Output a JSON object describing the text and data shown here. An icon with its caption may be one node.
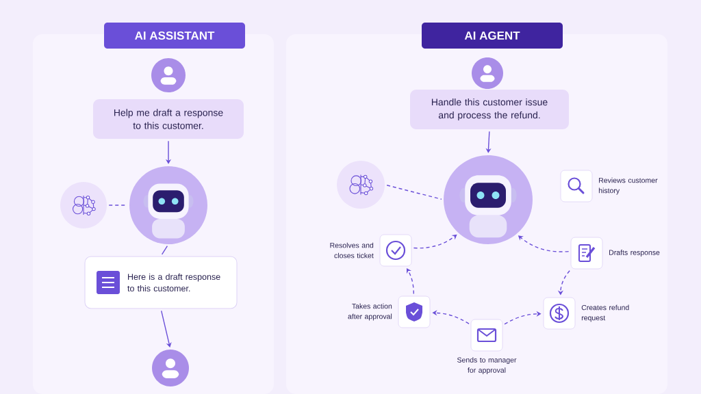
{
  "diagram": {
    "nodes": [
      {
        "text": [
          "AI ASSISTANT"
        ]
      },
      {
        "text": [],
        "shape": "person"
      },
      {
        "text": [
          "Help me draft a response to this customer."
        ]
      },
      {
        "text": [],
        "shape": "picture"
      },
      {
        "text": [],
        "shape": "picture"
      },
      {
        "text": [
          "Here is a draft response to this customer."
        ]
      },
      {
        "text": [],
        "shape": "person"
      },
      {
        "text": [
          "AI AGENT"
        ]
      },
      {
        "text": [],
        "shape": "person"
      },
      {
        "text": [
          "Handle this customer issue and process the refund."
        ]
      },
      {
        "text": [],
        "shape": "picture"
      },
      {
        "text": [],
        "shape": "picture"
      },
      {
        "text": [],
        "shape": "box",
        "beside": [
          "Reviews customer history"
        ]
      },
      {
        "text": [],
        "shape": "box",
        "beside": [
          "Drafts response"
        ]
      },
      {
        "text": [],
        "shape": "box",
        "beside": [
          "Creates refund request"
        ]
      },
      {
        "text": [],
        "shape": "box",
        "beside": [
          "Sends to manager for approval"
        ]
      },
      {
        "text": [],
        "shape": "box",
        "beside": [
          "Takes action after approval"
        ]
      },
      {
        "text": [],
        "shape": "box",
        "beside": [
          "Resolves and closes ticket"
        ]
      }
    ],
    "edges": [
      {
        "from": 2,
        "to": 4,
        "arrow": "to"
      },
      {
        "from": 3,
        "to": 4,
        "arrow": "none",
        "style": "dashed"
      },
      {
        "from": 4,
        "to": 5,
        "arrow": "none"
      },
      {
        "from": 5,
        "to": 6,
        "arrow": "to"
      },
      {
        "from": 9,
        "to": 11,
        "arrow": "to"
      },
      {
        "from": 10,
        "to": 11,
        "arrow": "none",
        "style": "dashed"
      },
      {
        "from": 13,
        "to": 11,
        "arrow": "to",
        "style": "dashed"
      },
      {
        "from": 13,
        "to": 14,
        "arrow": "to",
        "style": "dashed"
      },
      {
        "from": 15,
        "to": 14,
        "arrow": "to",
        "style": "dashed"
      },
      {
        "from": 15,
        "to": 16,
        "arrow": "to",
        "style": "dashed"
      },
      {
        "from": 16,
        "to": 17,
        "arrow": "to",
        "style": "dashed"
      },
      {
        "from": 17,
        "to": 11,
        "arrow": "to",
        "style": "dashed"
      }
    ]
  }
}
